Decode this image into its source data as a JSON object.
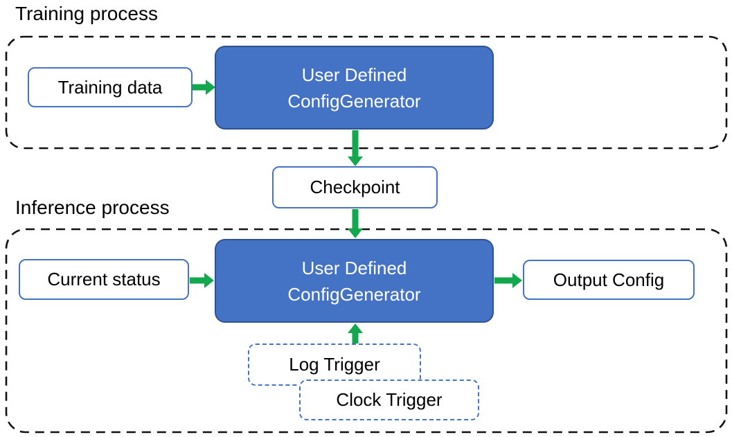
{
  "colors": {
    "background": "#FFFFFF",
    "generator_fill": "#4472C4",
    "generator_border": "#2F528F",
    "box_border": "#4472C4",
    "trigger_border": "#4472C4",
    "arrow_green": "#14A84E",
    "container_dash": "#111111",
    "text_dark": "#000000",
    "text_light": "#FFFFFF"
  },
  "training": {
    "title": "Training process",
    "input_label": "Training data",
    "generator_label_line1": "User Defined",
    "generator_label_line2": "ConfigGenerator"
  },
  "checkpoint_label": "Checkpoint",
  "inference": {
    "title": "Inference process",
    "input_label": "Current status",
    "generator_label_line1": "User Defined",
    "generator_label_line2": "ConfigGenerator",
    "output_label": "Output Config",
    "log_trigger_label": "Log Trigger",
    "clock_trigger_label": "Clock Trigger"
  }
}
